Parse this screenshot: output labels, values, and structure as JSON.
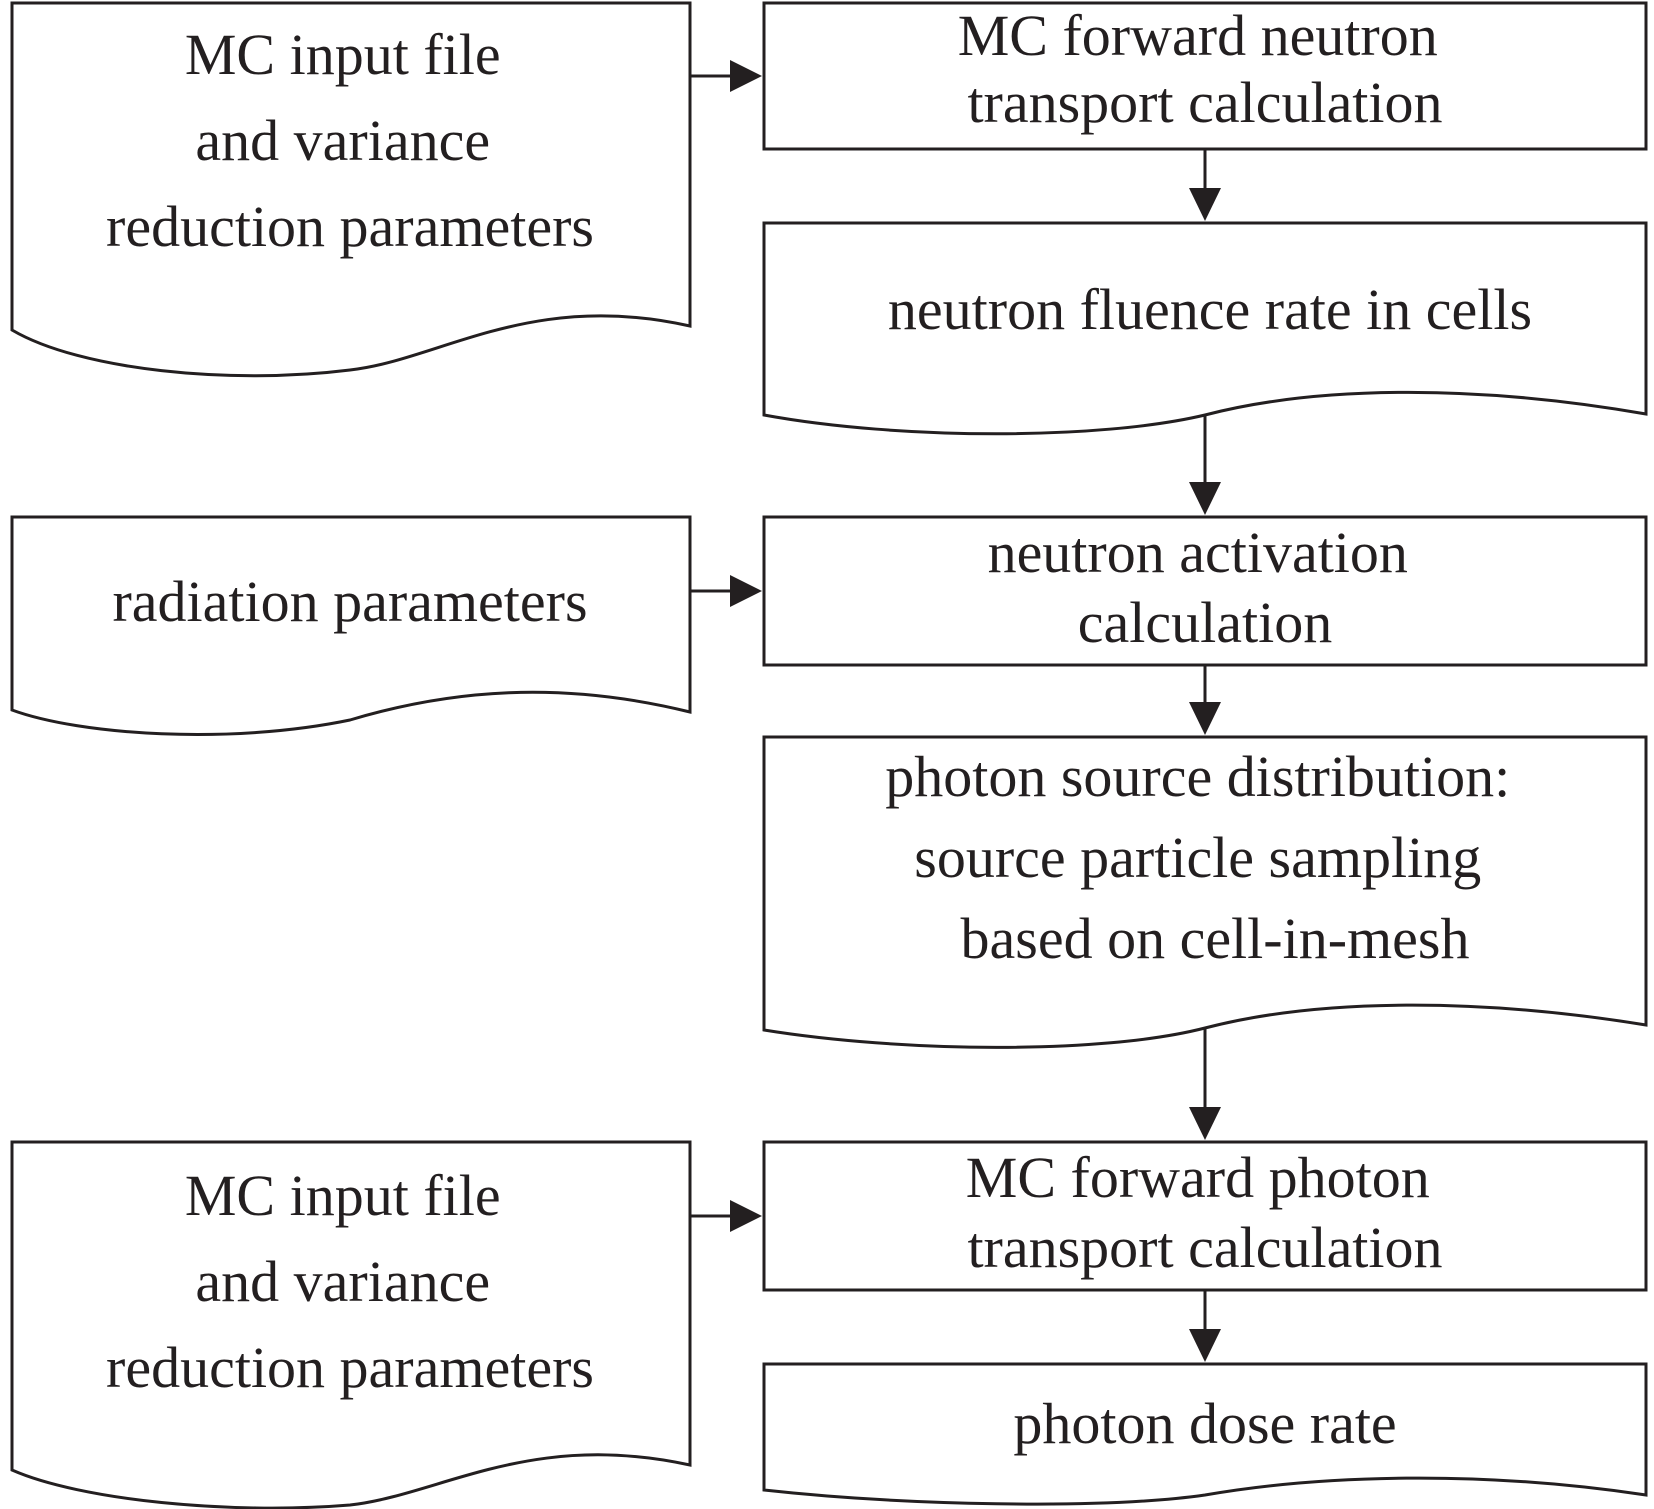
{
  "diagram": {
    "nodes": {
      "input1": {
        "shape": "document",
        "lines": [
          "MC input file",
          "and variance",
          "reduction parameters"
        ]
      },
      "neutron_transport": {
        "shape": "process",
        "lines": [
          "MC forward neutron",
          "transport calculation"
        ]
      },
      "fluence": {
        "shape": "document",
        "lines": [
          "neutron fluence rate in cells"
        ]
      },
      "radiation": {
        "shape": "document",
        "lines": [
          "radiation parameters"
        ]
      },
      "activation": {
        "shape": "process",
        "lines": [
          "neutron activation",
          "calculation"
        ]
      },
      "photon_source": {
        "shape": "document",
        "lines": [
          "photon source distribution:",
          "source particle sampling",
          "based on cell-in-mesh"
        ]
      },
      "input2": {
        "shape": "document",
        "lines": [
          "MC input file",
          "and variance",
          "reduction parameters"
        ]
      },
      "photon_transport": {
        "shape": "process",
        "lines": [
          "MC forward photon",
          "transport calculation"
        ]
      },
      "dose": {
        "shape": "document",
        "lines": [
          "photon dose rate"
        ]
      }
    },
    "edges": [
      {
        "from": "input1",
        "to": "neutron_transport"
      },
      {
        "from": "neutron_transport",
        "to": "fluence"
      },
      {
        "from": "fluence",
        "to": "activation"
      },
      {
        "from": "radiation",
        "to": "activation"
      },
      {
        "from": "activation",
        "to": "photon_source"
      },
      {
        "from": "photon_source",
        "to": "photon_transport"
      },
      {
        "from": "input2",
        "to": "photon_transport"
      },
      {
        "from": "photon_transport",
        "to": "dose"
      }
    ],
    "colors": {
      "stroke": "#231f20",
      "fill": "#ffffff",
      "text": "#231f20"
    }
  }
}
